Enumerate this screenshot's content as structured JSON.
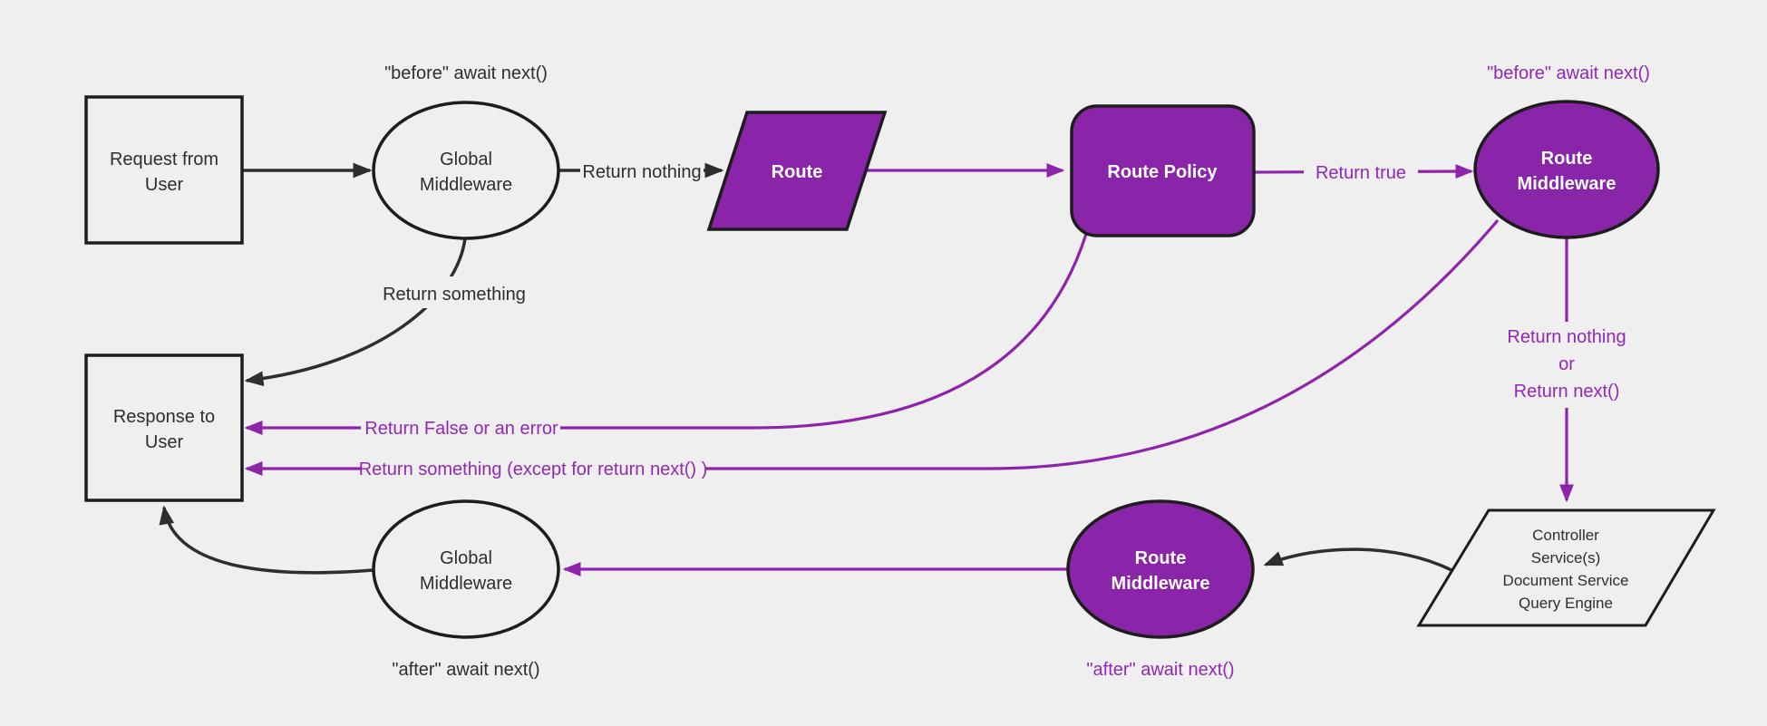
{
  "diagram_title": "middleware-request-response-flow",
  "colors": {
    "bg": "#efefef",
    "ink": "#2e2e2e",
    "node_border": "#1d1d1d",
    "purple_fill": "#8a24a9",
    "purple_line": "#8e24aa",
    "purple_text": "#9228b4",
    "white_text": "#ffffff"
  },
  "nodes": {
    "request": {
      "lines": [
        "Request from",
        "User"
      ]
    },
    "global_mw_top": {
      "lines": [
        "Global",
        "Middleware"
      ]
    },
    "route": {
      "label": "Route"
    },
    "route_policy": {
      "label": "Route Policy"
    },
    "route_mw_top": {
      "lines": [
        "Route",
        "Middleware"
      ]
    },
    "response": {
      "lines": [
        "Response to",
        "User"
      ]
    },
    "global_mw_bottom": {
      "lines": [
        "Global",
        "Middleware"
      ]
    },
    "route_mw_bottom": {
      "lines": [
        "Route",
        "Middleware"
      ]
    },
    "services": {
      "lines": [
        "Controller",
        "Service(s)",
        "Document Service",
        "Query Engine"
      ]
    }
  },
  "edge_labels": {
    "before_global": "\"before\" await next()",
    "before_route": "\"before\" await next()",
    "return_nothing": "Return nothing",
    "return_true": "Return true",
    "return_something": "Return something",
    "return_false": "Return False or an error",
    "return_something_except": "Return something (except for return next() )",
    "return_nothing_or": [
      "Return nothing",
      "or",
      "Return next()"
    ],
    "after_global": "\"after\" await next()",
    "after_route": "\"after\" await next()"
  }
}
